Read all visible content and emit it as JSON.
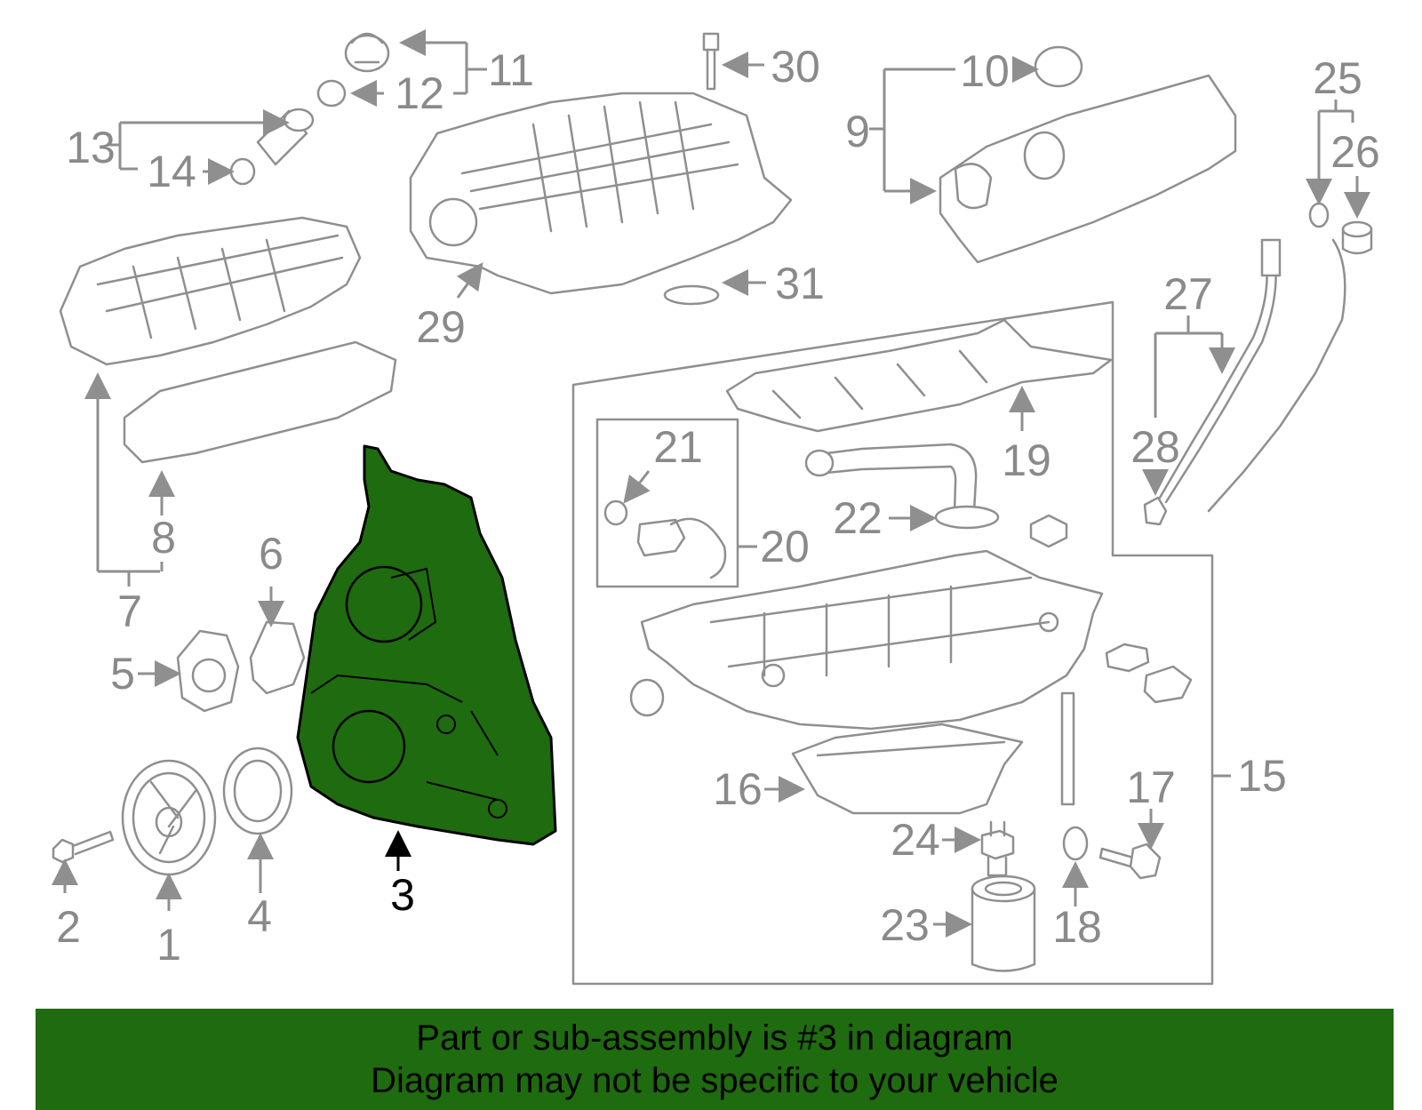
{
  "callouts": [
    {
      "id": "1",
      "label": "1"
    },
    {
      "id": "2",
      "label": "2"
    },
    {
      "id": "3",
      "label": "3",
      "highlighted": true
    },
    {
      "id": "4",
      "label": "4"
    },
    {
      "id": "5",
      "label": "5"
    },
    {
      "id": "6",
      "label": "6"
    },
    {
      "id": "7",
      "label": "7"
    },
    {
      "id": "8",
      "label": "8"
    },
    {
      "id": "9",
      "label": "9"
    },
    {
      "id": "10",
      "label": "10"
    },
    {
      "id": "11",
      "label": "11"
    },
    {
      "id": "12",
      "label": "12"
    },
    {
      "id": "13",
      "label": "13"
    },
    {
      "id": "14",
      "label": "14"
    },
    {
      "id": "15",
      "label": "15"
    },
    {
      "id": "16",
      "label": "16"
    },
    {
      "id": "17",
      "label": "17"
    },
    {
      "id": "18",
      "label": "18"
    },
    {
      "id": "19",
      "label": "19"
    },
    {
      "id": "20",
      "label": "20"
    },
    {
      "id": "21",
      "label": "21"
    },
    {
      "id": "22",
      "label": "22"
    },
    {
      "id": "23",
      "label": "23"
    },
    {
      "id": "24",
      "label": "24"
    },
    {
      "id": "25",
      "label": "25"
    },
    {
      "id": "26",
      "label": "26"
    },
    {
      "id": "27",
      "label": "27"
    },
    {
      "id": "28",
      "label": "28"
    },
    {
      "id": "29",
      "label": "29"
    },
    {
      "id": "30",
      "label": "30"
    },
    {
      "id": "31",
      "label": "31"
    }
  ],
  "banner": {
    "line1": "Part or sub-assembly is #3 in diagram",
    "line2": "Diagram may not be specific to your vehicle"
  },
  "colors": {
    "highlight_part": "#1f6b0f",
    "banner_background": "#1f6b0f",
    "line_art": "#8f8f8f",
    "callout_text": "#8a8a8a",
    "highlight_text": "#000000"
  }
}
